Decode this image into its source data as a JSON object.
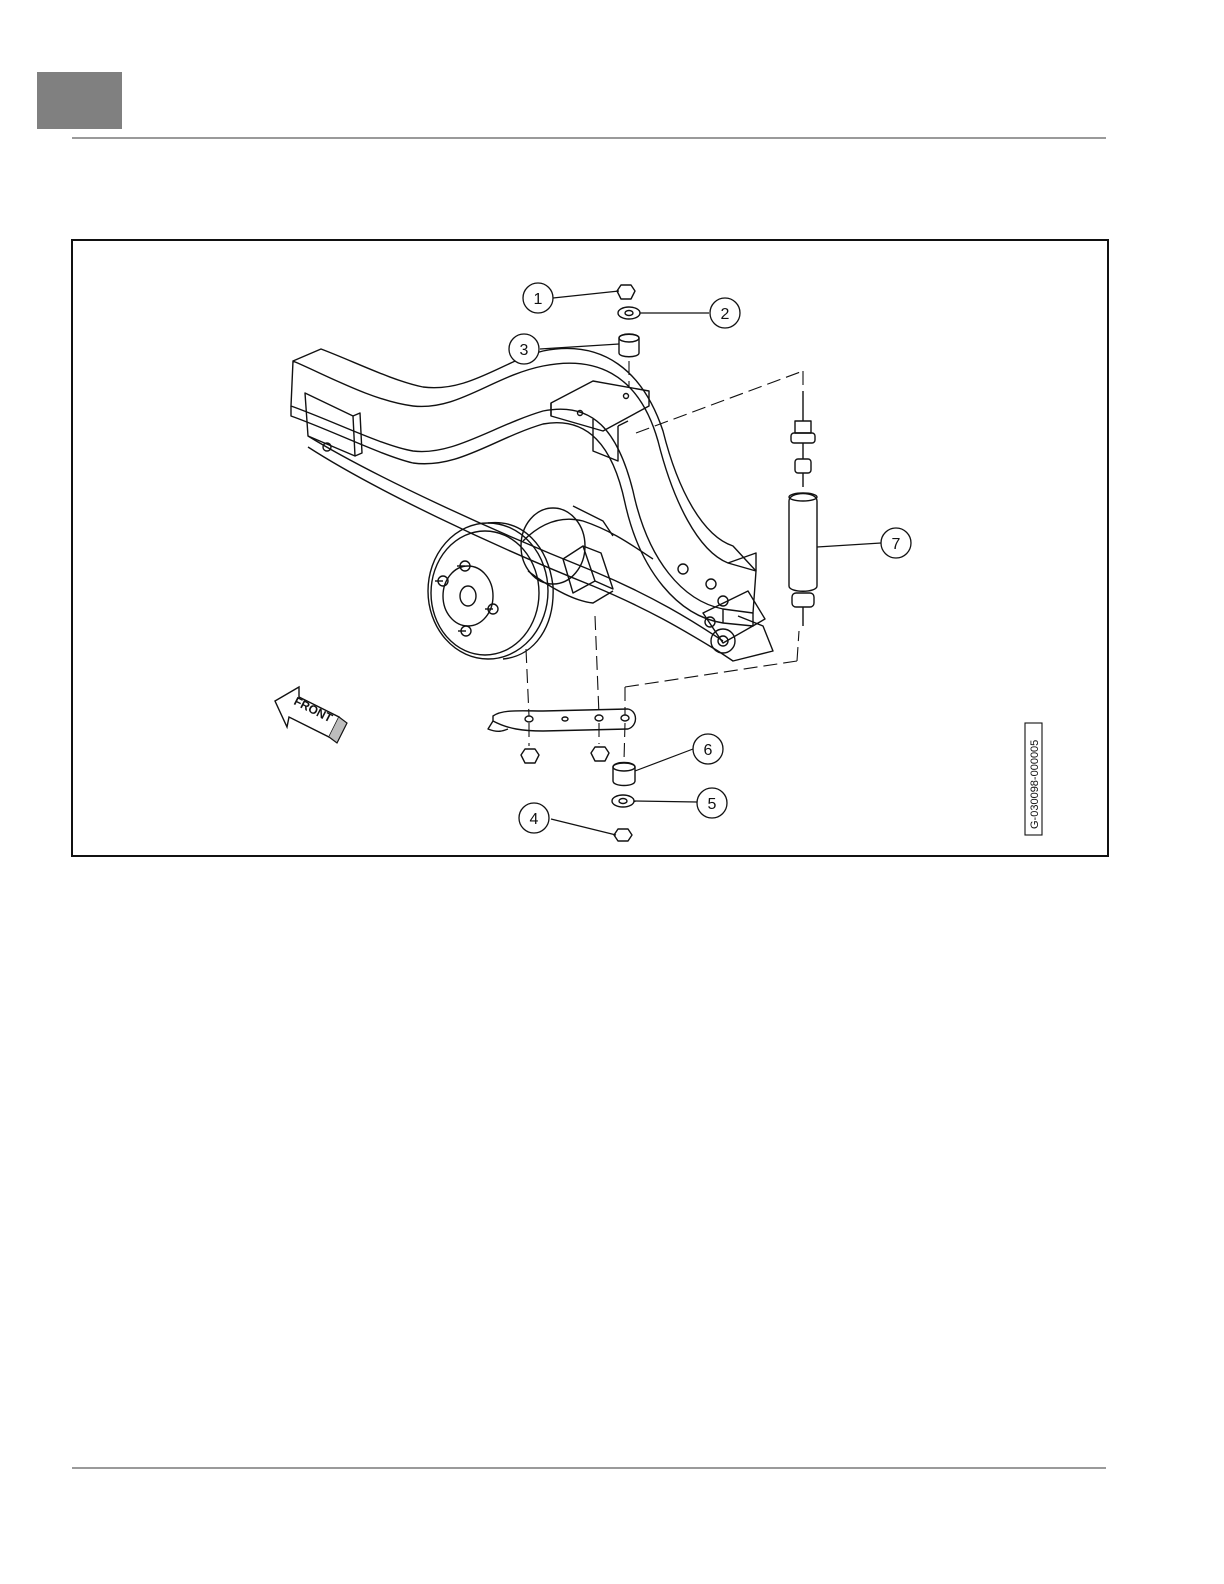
{
  "page": {
    "tab_color": "#808080",
    "rule_color": "#9a9a9a"
  },
  "figure": {
    "callouts": [
      {
        "id": "callout-1",
        "label": "1"
      },
      {
        "id": "callout-2",
        "label": "2"
      },
      {
        "id": "callout-3",
        "label": "3"
      },
      {
        "id": "callout-4",
        "label": "4"
      },
      {
        "id": "callout-5",
        "label": "5"
      },
      {
        "id": "callout-6",
        "label": "6"
      },
      {
        "id": "callout-7",
        "label": "7"
      }
    ],
    "front_arrow_label": "FRONT",
    "figure_id": "G-030098-000005"
  }
}
